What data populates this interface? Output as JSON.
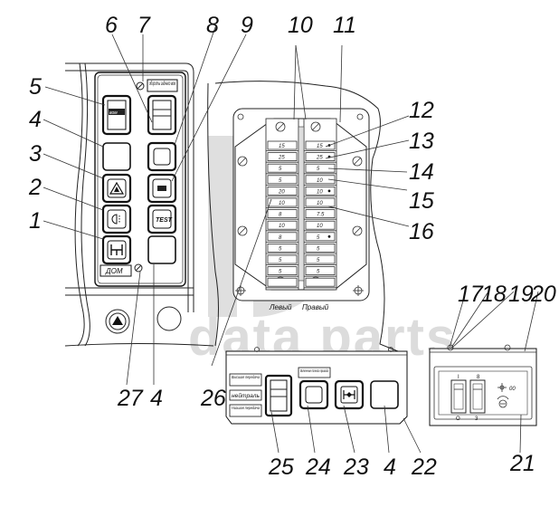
{
  "diagram": {
    "title": "Cab control panel and fuse block assembly",
    "watermark": "data parts",
    "callouts": [
      {
        "id": "1",
        "label": "1"
      },
      {
        "id": "2",
        "label": "2"
      },
      {
        "id": "3",
        "label": "3"
      },
      {
        "id": "4",
        "label": "4"
      },
      {
        "id": "5",
        "label": "5"
      },
      {
        "id": "6",
        "label": "6"
      },
      {
        "id": "7",
        "label": "7"
      },
      {
        "id": "8",
        "label": "8"
      },
      {
        "id": "9",
        "label": "9"
      },
      {
        "id": "10",
        "label": "10"
      },
      {
        "id": "11",
        "label": "11"
      },
      {
        "id": "12",
        "label": "12"
      },
      {
        "id": "13",
        "label": "13"
      },
      {
        "id": "14",
        "label": "14"
      },
      {
        "id": "15",
        "label": "15"
      },
      {
        "id": "16",
        "label": "16"
      },
      {
        "id": "17",
        "label": "17"
      },
      {
        "id": "18",
        "label": "18"
      },
      {
        "id": "19",
        "label": "19"
      },
      {
        "id": "20",
        "label": "20"
      },
      {
        "id": "21",
        "label": "21"
      },
      {
        "id": "22",
        "label": "22"
      },
      {
        "id": "23",
        "label": "23"
      },
      {
        "id": "24",
        "label": "24"
      },
      {
        "id": "25",
        "label": "25"
      },
      {
        "id": "26",
        "label": "26"
      },
      {
        "id": "27",
        "label": "27"
      },
      {
        "id": "4b",
        "label": "4"
      },
      {
        "id": "4c",
        "label": "4"
      }
    ],
    "left_panel": {
      "plate_label": "обороты заднего вом",
      "switch_label": "вом",
      "test_button": "TEST",
      "bottom_label": "ДОМ"
    },
    "fuse_block": {
      "left_label": "Левый",
      "right_label": "Правый",
      "left_fuses": [
        "15",
        "25",
        "5",
        "5",
        "20",
        "10",
        "8",
        "10",
        "8",
        "5",
        "5",
        "5",
        ""
      ],
      "right_fuses": [
        "15",
        "25",
        "5",
        "10",
        "10",
        "10",
        "7.5",
        "10",
        "5",
        "5",
        "5",
        "5",
        ""
      ],
      "right_marked": [
        0,
        1,
        4,
        8
      ]
    },
    "bottom_panel": {
      "switch_labels": [
        "Высшая передача",
        "нейтраль",
        "Низшая передача"
      ],
      "top_label": "Включение полного привода"
    },
    "right_panel": {
      "switch1_top": "I",
      "switch1_bottom": "O",
      "switch2_top": "8",
      "switch2_bottom": "3",
      "symbol_text": "00"
    }
  }
}
